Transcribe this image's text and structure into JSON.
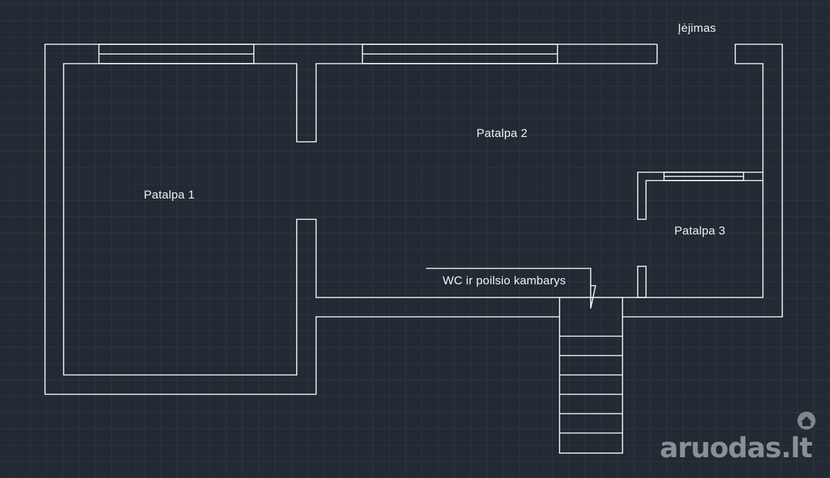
{
  "rooms": {
    "room1": "Patalpa 1",
    "room2": "Patalpa 2",
    "room3": "Patalpa 3",
    "wc": "WC ir poilsio kambarys",
    "entrance": "Įėjimas"
  },
  "watermark": "aruodas.lt",
  "colors": {
    "background": "#222a33",
    "grid": "#2d3640",
    "lines": "#f2f2f2"
  }
}
